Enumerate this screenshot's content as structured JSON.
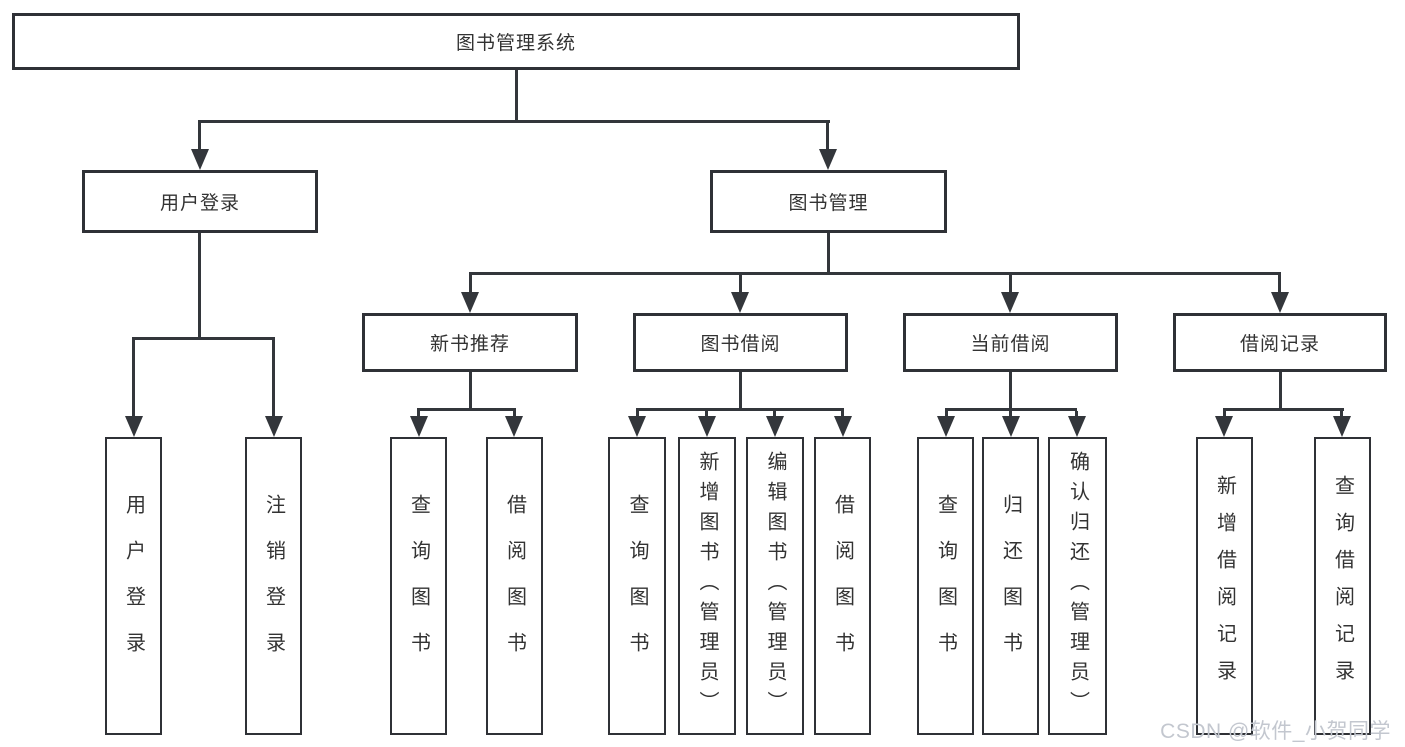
{
  "page": {
    "background": "#ffffff",
    "line_color": "#33363b",
    "box_border_color": "#2f3136",
    "text_color": "#333333",
    "watermark_color": "#c3c7cf"
  },
  "diagram": {
    "title": "图书管理系统",
    "nodes": [
      {
        "id": "root",
        "label": "图书管理系统",
        "parent": null,
        "level": 1
      },
      {
        "id": "login",
        "label": "用户登录",
        "parent": "root",
        "level": 2
      },
      {
        "id": "mgmt",
        "label": "图书管理",
        "parent": "root",
        "level": 2
      },
      {
        "id": "newbook",
        "label": "新书推荐",
        "parent": "mgmt",
        "level": 3
      },
      {
        "id": "borrow",
        "label": "图书借阅",
        "parent": "mgmt",
        "level": 3
      },
      {
        "id": "current",
        "label": "当前借阅",
        "parent": "mgmt",
        "level": 3
      },
      {
        "id": "records",
        "label": "借阅记录",
        "parent": "mgmt",
        "level": 3
      },
      {
        "id": "login-user",
        "label": "用户登录",
        "parent": "login",
        "level": 4
      },
      {
        "id": "login-logout",
        "label": "注销登录",
        "parent": "login",
        "level": 4
      },
      {
        "id": "newbook-query",
        "label": "查询图书",
        "parent": "newbook",
        "level": 4
      },
      {
        "id": "newbook-borrow",
        "label": "借阅图书",
        "parent": "newbook",
        "level": 4
      },
      {
        "id": "borrow-query",
        "label": "查询图书",
        "parent": "borrow",
        "level": 4
      },
      {
        "id": "borrow-add",
        "label": "新增图书（管理员）",
        "parent": "borrow",
        "level": 4
      },
      {
        "id": "borrow-edit",
        "label": "编辑图书（管理员）",
        "parent": "borrow",
        "level": 4
      },
      {
        "id": "borrow-borrow",
        "label": "借阅图书",
        "parent": "borrow",
        "level": 4
      },
      {
        "id": "current-query",
        "label": "查询图书",
        "parent": "current",
        "level": 4
      },
      {
        "id": "current-return",
        "label": "归还图书",
        "parent": "current",
        "level": 4
      },
      {
        "id": "current-confirm",
        "label": "确认归还（管理员）",
        "parent": "current",
        "level": 4
      },
      {
        "id": "records-add",
        "label": "新增借阅记录",
        "parent": "records",
        "level": 4
      },
      {
        "id": "records-query",
        "label": "查询借阅记录",
        "parent": "records",
        "level": 4
      }
    ]
  },
  "watermark": {
    "text": "CSDN @软件_小贺同学"
  }
}
